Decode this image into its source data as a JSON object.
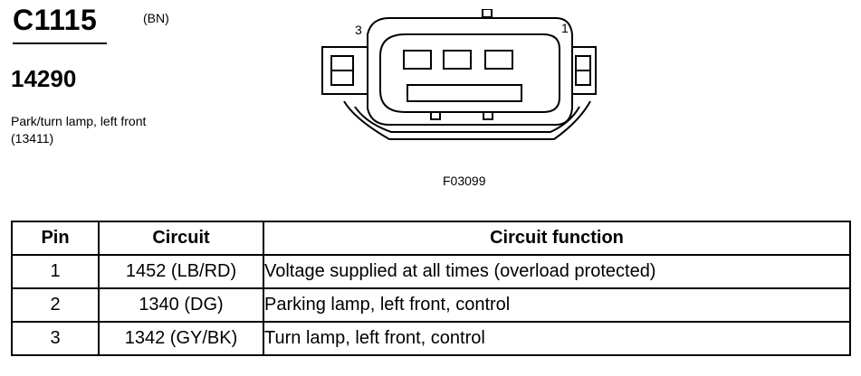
{
  "connector": {
    "id": "C1115",
    "color_code": "(BN)",
    "part_number": "14290",
    "description": "Park/turn lamp, left front (13411)"
  },
  "diagram": {
    "pin_left_label": "3",
    "pin_right_label": "1",
    "figure_id": "F03099"
  },
  "table": {
    "headers": {
      "pin": "Pin",
      "circuit": "Circuit",
      "function": "Circuit function"
    },
    "rows": [
      {
        "pin": "1",
        "circuit": "1452 (LB/RD)",
        "function": "Voltage supplied at all times (overload protected)"
      },
      {
        "pin": "2",
        "circuit": "1340 (DG)",
        "function": "Parking lamp, left front, control"
      },
      {
        "pin": "3",
        "circuit": "1342 (GY/BK)",
        "function": "Turn lamp, left front, control"
      }
    ]
  }
}
